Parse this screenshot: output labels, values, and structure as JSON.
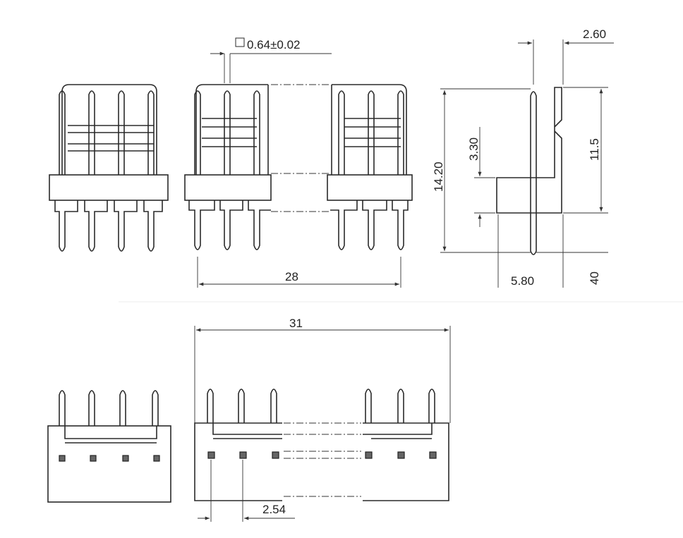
{
  "dimensions": {
    "pin_square": "0.64±0.02",
    "pitch_width": "28",
    "overall_width": "31",
    "pin_pitch": "2.54",
    "total_height": "14.20",
    "tail_length": "3.30",
    "upper_height": "11.5",
    "top_offset": "2.60",
    "body_depth": "5.80",
    "cut_label": "40"
  },
  "colors": {
    "line": "#2a2a2a",
    "background": "#ffffff"
  }
}
